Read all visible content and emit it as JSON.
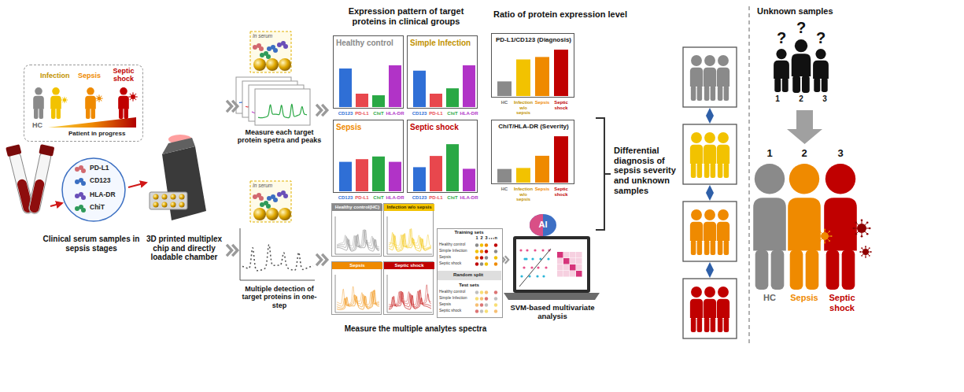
{
  "diagram": {
    "nodes": [
      {
        "text": [
          "Infection",
          "Sepsis",
          "Septic shock",
          "HC",
          "Patient in progress"
        ]
      },
      {
        "text": [
          "PD-L1",
          "CD123",
          "HLA-DR",
          "ChiT"
        ]
      },
      {
        "text": [
          "Healthy control",
          "CD123",
          "PD-L1",
          "ChiT",
          "HLA-DR"
        ]
      },
      {
        "text": [
          "Simple Infection",
          "CD123",
          "PD-L1",
          "ChiT",
          "HLA-DR"
        ]
      },
      {
        "text": [
          "Sepsis",
          "CD123",
          "PD-L1",
          "ChiT",
          "HLA-DR"
        ]
      },
      {
        "text": [
          "Septic shock",
          "CD123",
          "PD-L1",
          "ChiT",
          "HLA-DR"
        ]
      },
      {
        "text": [
          "PD-L1/CD123 (Diagnosis)",
          "HC",
          "Infection w/o sepsis",
          "Sepsis",
          "Septic shock"
        ]
      },
      {
        "text": [
          "ChiT/HLA-DR (Severity)",
          "HC",
          "Infection w/o sepsis",
          "Sepsis",
          "Septic shock"
        ]
      },
      {
        "text": [
          "Healthy control(HC)"
        ]
      },
      {
        "text": [
          "Infection w/o sepsis"
        ]
      },
      {
        "text": [
          "Sepsis"
        ]
      },
      {
        "text": [
          "Septic shock"
        ]
      },
      {
        "text": [
          "Training sets",
          "1",
          "2",
          "3",
          "n",
          "Healthy control",
          "Simple Infection",
          "Sepsis",
          "Septic shock",
          "Test sets",
          "Healthy control",
          "Simple Infection",
          "Sepsis",
          "Septic shock"
        ]
      },
      {
        "text": [
          "Random split"
        ],
        "in": 12
      }
    ],
    "labels": [
      "Clinical serum samples in sepsis stages",
      "3D printed multiplex chip and directly loadable chamber",
      "In serum",
      "Measure each target protein spetra and peaks",
      "In serum",
      "Multiple detection of target proteins in one-step",
      "Expression pattern of target proteins in clinical groups",
      "Ratio of protein expression level",
      "Measure the multiple analytes spectra",
      "AI",
      "SVM-based multivariate analysis",
      "Differential diagnosis of sepsis severity and unknown samples",
      "Unknown samples",
      "?",
      "?",
      "?",
      "1",
      "2",
      "3",
      "1",
      "2",
      "3",
      "HC",
      "Sepsis",
      "Septic shock"
    ]
  }
}
